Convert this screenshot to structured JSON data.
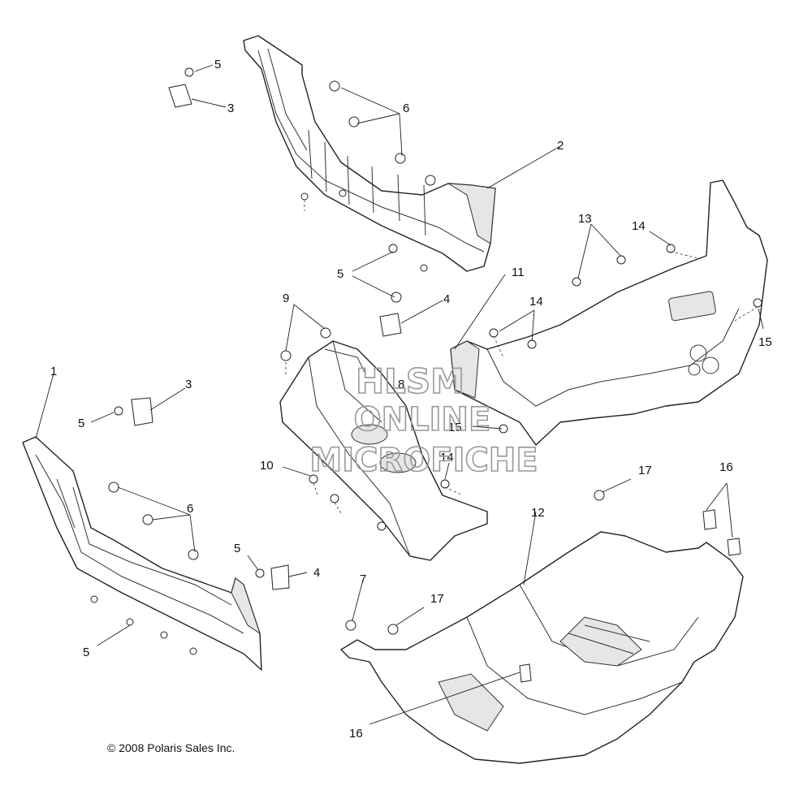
{
  "watermark": {
    "line1": "HLSM",
    "line2": "ONLINE",
    "line3": "MICROFICHE"
  },
  "copyright": "© 2008 Polaris Sales Inc.",
  "callouts": {
    "c1": "1",
    "c2": "2",
    "c3a": "3",
    "c3b": "3",
    "c4a": "4",
    "c4b": "4",
    "c5a": "5",
    "c5b": "5",
    "c5c": "5",
    "c5d": "5",
    "c5e": "5",
    "c6a": "6",
    "c6b": "6",
    "c7": "7",
    "c8": "8",
    "c9": "9",
    "c10": "10",
    "c11": "11",
    "c12": "12",
    "c13": "13",
    "c14a": "14",
    "c14b": "14",
    "c14c": "14",
    "c15a": "15",
    "c15b": "15",
    "c16a": "16",
    "c16b": "16",
    "c17a": "17",
    "c17b": "17"
  }
}
